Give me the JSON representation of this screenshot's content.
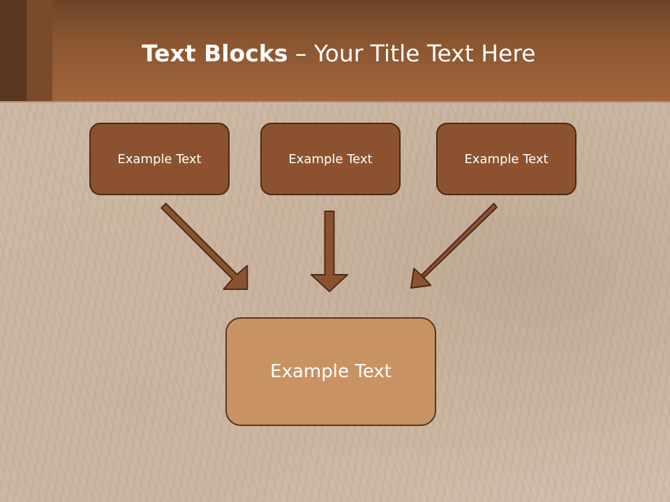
{
  "slide": {
    "title_bold": "Text Blocks",
    "title_sep": " – ",
    "title_rest": "Your Title Text Here"
  },
  "boxes": [
    {
      "label": "Example Text"
    },
    {
      "label": "Example Text"
    },
    {
      "label": "Example Text"
    }
  ],
  "main_box": {
    "label": "Example Text"
  },
  "colors": {
    "header": "#8a5530",
    "box_fill": "#8c522f",
    "box_border": "#4a2a16",
    "main_fill": "#c99262",
    "arrow_fill": "#8c522f"
  }
}
